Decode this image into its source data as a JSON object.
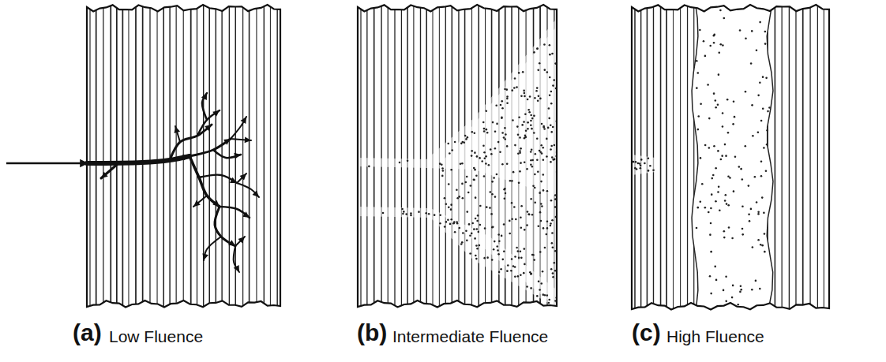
{
  "diagram": {
    "labels": [
      "(a)",
      "Low Fluence",
      "(b)",
      "Intermediate Fluence",
      "(c)",
      "High Fluence"
    ]
  }
}
